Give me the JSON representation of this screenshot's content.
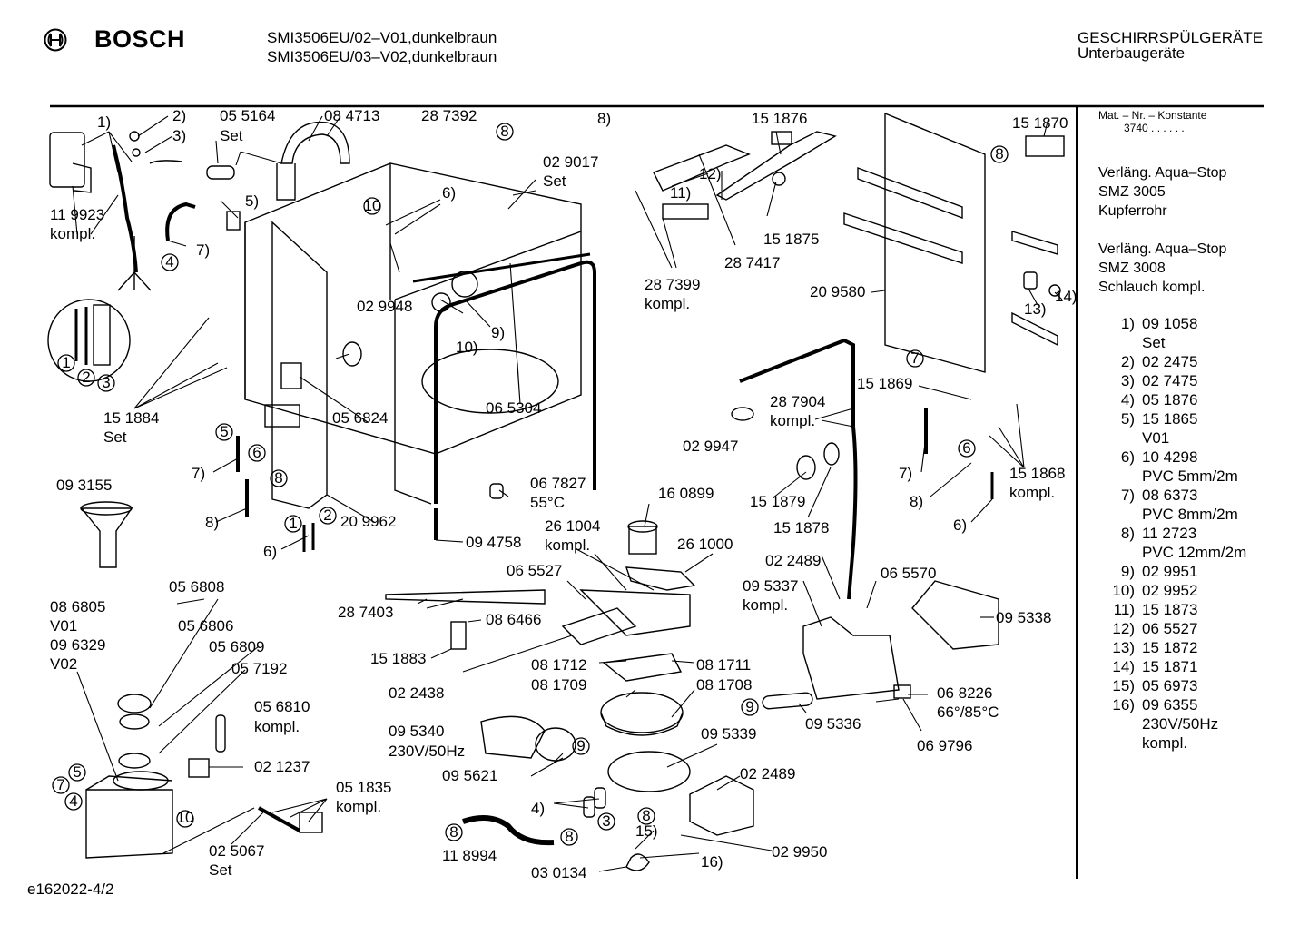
{
  "header": {
    "brand": "BOSCH",
    "model_line1": "SMI3506EU/02–V01,dunkelbraun",
    "model_line2": "SMI3506EU/03–V02,dunkelbraun",
    "category": "GESCHIRRSPÜLGERÄTE",
    "subcategory": "Unterbaugeräte"
  },
  "sidebar": {
    "mat_label": "Mat. – Nr. – Konstante",
    "mat_value": "3740  .  .  .  .  .  .",
    "note1_line1": "Verläng. Aqua–Stop",
    "note1_line2": "SMZ 3005",
    "note1_line3": "Kupferrohr",
    "note2_line1": "Verläng. Aqua–Stop",
    "note2_line2": "SMZ 3008",
    "note2_line3": "Schlauch kompl."
  },
  "legend": [
    {
      "num": "1)",
      "text": "09 1058"
    },
    {
      "num": "",
      "text": "Set"
    },
    {
      "num": "2)",
      "text": "02 2475"
    },
    {
      "num": "3)",
      "text": "02 7475"
    },
    {
      "num": "4)",
      "text": "05 1876"
    },
    {
      "num": "5)",
      "text": "15 1865"
    },
    {
      "num": "",
      "text": "V01"
    },
    {
      "num": "6)",
      "text": "10 4298"
    },
    {
      "num": "",
      "text": "PVC 5mm/2m"
    },
    {
      "num": "7)",
      "text": "08 6373"
    },
    {
      "num": "",
      "text": "PVC 8mm/2m"
    },
    {
      "num": "8)",
      "text": "11 2723"
    },
    {
      "num": "",
      "text": "PVC 12mm/2m"
    },
    {
      "num": "9)",
      "text": "02 9951"
    },
    {
      "num": "10)",
      "text": "02 9952"
    },
    {
      "num": "11)",
      "text": "15 1873"
    },
    {
      "num": "12)",
      "text": "06 5527"
    },
    {
      "num": "13)",
      "text": "15 1872"
    },
    {
      "num": "14)",
      "text": "15 1871"
    },
    {
      "num": "15)",
      "text": "05 6973"
    },
    {
      "num": "16)",
      "text": "09 6355"
    },
    {
      "num": "",
      "text": "230V/50Hz"
    },
    {
      "num": "",
      "text": "kompl."
    }
  ],
  "footer": {
    "drawing_id": "e162022-4/2"
  },
  "labels": {
    "l1": "1)",
    "l2": "2)",
    "l3": "3)",
    "l5": "5)",
    "l7a": "7)",
    "p055164": "05 5164",
    "set_a": "Set",
    "p084713": "08 4713",
    "p287392": "28 7392",
    "l8a": "8)",
    "p151876": "15 1876",
    "p151870": "15 1870",
    "p119923": "11 9923",
    "kompl_a": "kompl.",
    "l6a": "6)",
    "p029017": "02 9017",
    "set_b": "Set",
    "l12": "12)",
    "l11": "11)",
    "p151875": "15 1875",
    "p287417": "28 7417",
    "p287399": "28 7399",
    "kompl_b": "kompl.",
    "p209580": "20 9580",
    "l13": "13)",
    "l14": "14)",
    "p029948": "02 9948",
    "l9": "9)",
    "l10": "10)",
    "p065304": "06 5304",
    "p151884": "15 1884",
    "set_c": "Set",
    "p056824": "05 6824",
    "p287904": "28 7904",
    "kompl_c": "kompl.",
    "p151869": "15 1869",
    "p029947": "02 9947",
    "l7b": "7)",
    "p151868": "15 1868",
    "kompl_d": "kompl.",
    "l8b": "8)",
    "l6b": "6)",
    "p151879": "15 1879",
    "p151878": "15 1878",
    "p093155": "09 3155",
    "l7c": "7)",
    "l8c": "8)",
    "l6c": "6)",
    "p209962": "20 9962",
    "p067827": "06 7827",
    "t55": "55°C",
    "p094758": "09 4758",
    "p160899": "16 0899",
    "p261004": "26 1004",
    "kompl_e": "kompl.",
    "p261000": "26 1000",
    "p022489a": "02 2489",
    "p095337": "09 5337",
    "kompl_f": "kompl.",
    "p065570": "06 5570",
    "p095338": "09 5338",
    "p056808": "05 6808",
    "p086805": "08 6805",
    "v01": "V01",
    "p096329": "09 6329",
    "v02": "V02",
    "p056806": "05 6806",
    "p056809": "05 6809",
    "p057192": "05 7192",
    "p056810": "05 6810",
    "kompl_g": "kompl.",
    "p021237": "02 1237",
    "p051835": "05 1835",
    "kompl_h": "kompl.",
    "p025067": "02 5067",
    "set_d": "Set",
    "p065527": "06 5527",
    "p287403": "28 7403",
    "p086466": "08 6466",
    "p151883": "15 1883",
    "p081712": "08 1712",
    "p081711": "08 1711",
    "p081709": "08 1709",
    "p081708": "08 1708",
    "p022438": "02 2438",
    "p095340": "09 5340",
    "v230": "230V/50Hz",
    "p095621": "09 5621",
    "p095339": "09 5339",
    "p022489b": "02 2489",
    "l4": "4)",
    "p118994": "11 8994",
    "l15": "15)",
    "p030134": "03 0134",
    "l16": "16)",
    "p029950": "02 9950",
    "p095336": "09 5336",
    "p068226": "06 8226",
    "t6685": "66°/85°C",
    "p069796": "06 9796"
  },
  "callouts": {
    "c1": "1",
    "c2": "2",
    "c3": "3",
    "c4": "4",
    "c5": "5",
    "c6": "6",
    "c7": "7",
    "c8": "8",
    "c9": "9",
    "c10": "10"
  }
}
